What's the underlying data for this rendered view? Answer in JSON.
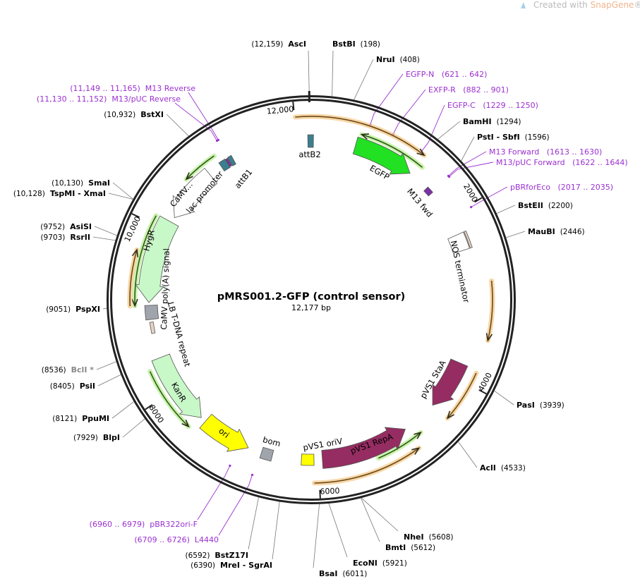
{
  "watermark": {
    "prefix": "Created with ",
    "brand": "SnapGene",
    "suffix": "®"
  },
  "plasmid": {
    "name": "pMRS001.2-GFP (control sensor)",
    "length": "12,177 bp",
    "total_bp": 12177
  },
  "ticks": [
    "2000",
    "4000",
    "6000",
    "8000",
    "10,000",
    "12,000"
  ],
  "enzymes": [
    {
      "name": "AscI",
      "pos": "(12,159)",
      "bp": 12159
    },
    {
      "name": "BstBI",
      "pos": "(198)",
      "bp": 198
    },
    {
      "name": "NruI",
      "pos": "(408)",
      "bp": 408
    },
    {
      "name": "BamHI",
      "pos": "(1294)",
      "bp": 1294
    },
    {
      "name": "PstI  - SbfI",
      "pos": "(1596)",
      "bp": 1596
    },
    {
      "name": "BstEII",
      "pos": "(2200)",
      "bp": 2200
    },
    {
      "name": "MauBI",
      "pos": "(2446)",
      "bp": 2446
    },
    {
      "name": "PasI",
      "pos": "(3939)",
      "bp": 3939
    },
    {
      "name": "AclI",
      "pos": "(4533)",
      "bp": 4533
    },
    {
      "name": "NheI",
      "pos": "(5608)",
      "bp": 5608
    },
    {
      "name": "BmtI",
      "pos": "(5612)",
      "bp": 5612
    },
    {
      "name": "EcoNI",
      "pos": "(5921)",
      "bp": 5921
    },
    {
      "name": "BsaI",
      "pos": "(6011)",
      "bp": 6011
    },
    {
      "name": "BstZ17I",
      "pos": "(6592)",
      "bp": 6592
    },
    {
      "name": "MreI  - SgrAI",
      "pos": "(6390)",
      "bp": 6390
    },
    {
      "name": "BlpI",
      "pos": "(7929)",
      "bp": 7929
    },
    {
      "name": "PpuMI",
      "pos": "(8121)",
      "bp": 8121
    },
    {
      "name": "PsiI",
      "pos": "(8405)",
      "bp": 8405
    },
    {
      "name": "BclI *",
      "pos": "(8536)",
      "bp": 8536,
      "muted": true
    },
    {
      "name": "PspXI",
      "pos": "(9051)",
      "bp": 9051
    },
    {
      "name": "RsrII",
      "pos": "(9703)",
      "bp": 9703
    },
    {
      "name": "AsiSI",
      "pos": "(9752)",
      "bp": 9752
    },
    {
      "name": "TspMI  - XmaI",
      "pos": "(10,128)",
      "bp": 10128
    },
    {
      "name": "SmaI",
      "pos": "(10,130)",
      "bp": 10130
    },
    {
      "name": "BstXI",
      "pos": "(10,932)",
      "bp": 10932
    }
  ],
  "primers": [
    {
      "name": "M13 Reverse",
      "range": "(11,149 .. 11,165)",
      "bp": 11157
    },
    {
      "name": "M13/pUC Reverse",
      "range": "(11,130 .. 11,152)",
      "bp": 11141
    },
    {
      "name": "EGFP-N",
      "range": "(621 .. 642)",
      "bp": 631
    },
    {
      "name": "EXFP-R",
      "range": "(882 .. 901)",
      "bp": 891
    },
    {
      "name": "EGFP-C",
      "range": "(1229 .. 1250)",
      "bp": 1240
    },
    {
      "name": "M13 Forward",
      "range": "(1613 .. 1630)",
      "bp": 1621
    },
    {
      "name": "M13/pUC Forward",
      "range": "(1622 .. 1644)",
      "bp": 1633
    },
    {
      "name": "pBRforEco",
      "range": "(2017 .. 2035)",
      "bp": 2026
    },
    {
      "name": "pBR322ori-F",
      "range": "(6960 .. 6979)",
      "bp": 6970
    },
    {
      "name": "L4440",
      "range": "(6709 .. 6726)",
      "bp": 6717
    }
  ],
  "features": [
    {
      "label": "attB2",
      "color": "#3a7f8f"
    },
    {
      "label": "EGFP",
      "color": "#22e022"
    },
    {
      "label": "M13 fwd",
      "color": "#7b2fa8"
    },
    {
      "label": "NOS terminator",
      "color": "#ffffff"
    },
    {
      "label": "pVS1 StaA",
      "color": "#952d62"
    },
    {
      "label": "pVS1 RepA",
      "color": "#952d62"
    },
    {
      "label": "pVS1 oriV",
      "color": "#ffff00"
    },
    {
      "label": "bom",
      "color": "#a0a4ac"
    },
    {
      "label": "ori",
      "color": "#ffff00"
    },
    {
      "label": "KanR",
      "color": "#c8f7c8"
    },
    {
      "label": "LB T-DNA repeat",
      "color": "#e8d2c0"
    },
    {
      "label": "CaMV poly(A) signal",
      "color": "#a0a4ac"
    },
    {
      "label": "HygR",
      "color": "#c8f7c8"
    },
    {
      "label": "CaMV...",
      "color": "#ffffff"
    },
    {
      "label": "lac promoter",
      "color": "#ffffff"
    },
    {
      "label": "attB1",
      "color": "#3a7f8f"
    }
  ],
  "colors": {
    "primer": "#9b30d0",
    "orf_orange": "#e8a040",
    "orf_green": "#7fd050"
  }
}
